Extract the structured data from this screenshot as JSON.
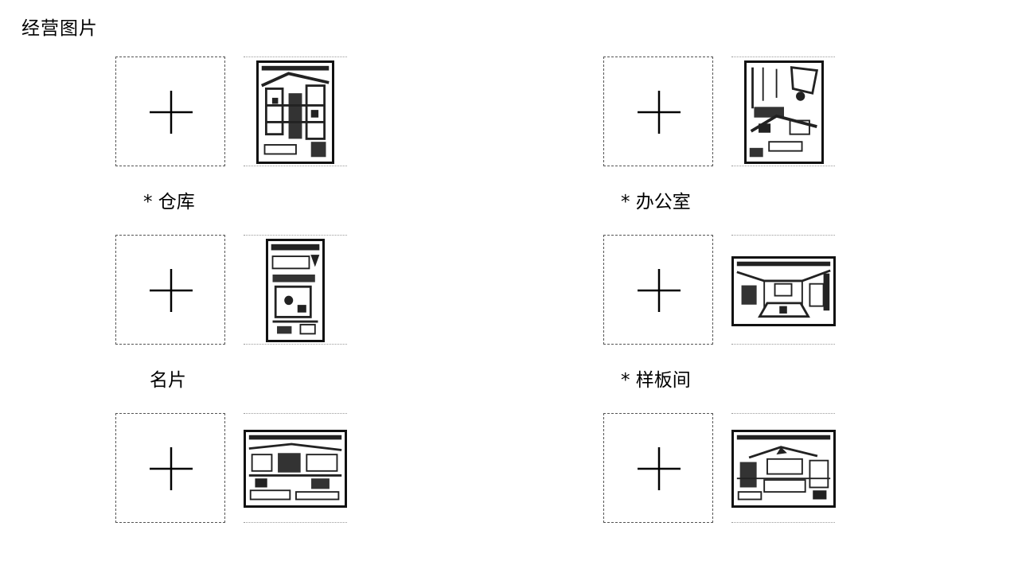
{
  "page": {
    "title": "经营图片"
  },
  "fields": [
    {
      "id": "warehouse",
      "label": "* 仓库",
      "add_icon": "plus-icon"
    },
    {
      "id": "office",
      "label": "* 办公室",
      "add_icon": "plus-icon"
    },
    {
      "id": "business-card",
      "label": "名片",
      "add_icon": "plus-icon"
    },
    {
      "id": "showroom",
      "label": "* 样板间",
      "add_icon": "plus-icon"
    },
    {
      "id": "extra-left",
      "add_icon": "plus-icon"
    },
    {
      "id": "extra-right",
      "add_icon": "plus-icon"
    }
  ]
}
